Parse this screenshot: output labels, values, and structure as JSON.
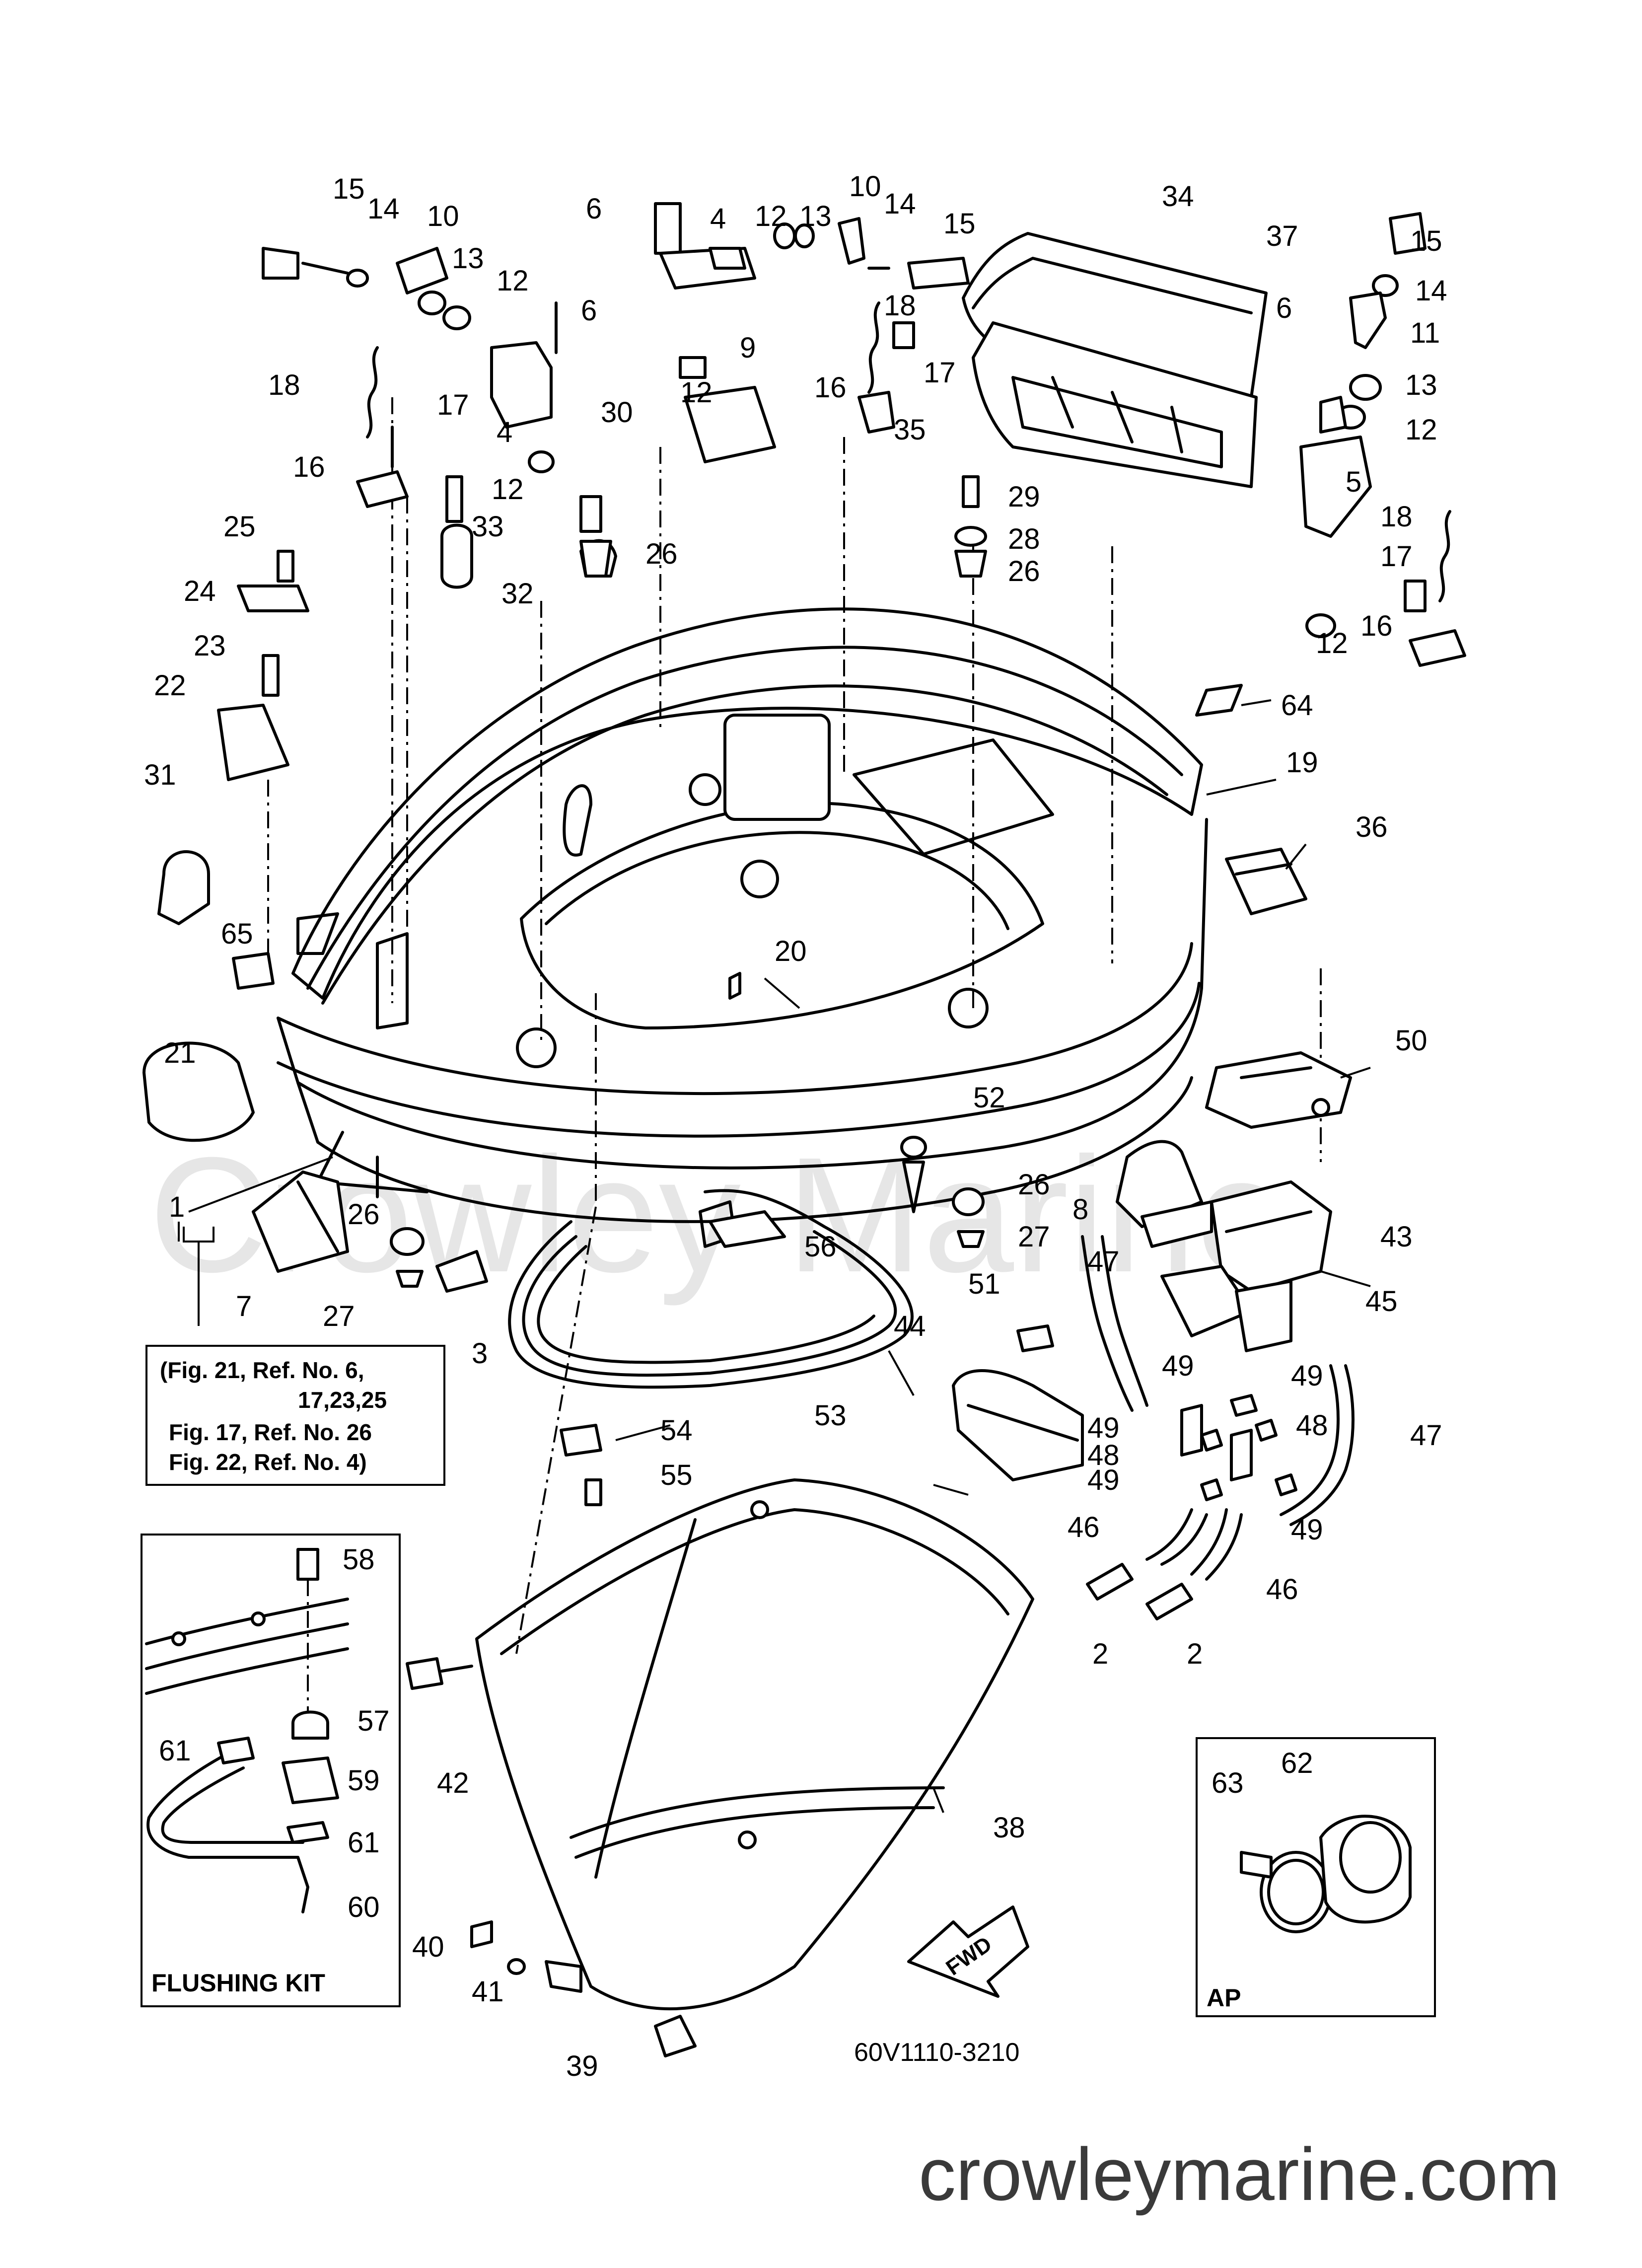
{
  "watermark": "Crowley Marine",
  "website": "crowleymarine.com",
  "diagram_code": "60V1110-3210",
  "direction_label": "FWD",
  "note_box": {
    "lines": [
      "(Fig. 21, Ref. No. 6,",
      "17,23,25",
      "Fig. 17, Ref. No. 26",
      "Fig. 22, Ref. No. 4)"
    ]
  },
  "flushing_kit": {
    "label": "FLUSHING KIT"
  },
  "ap_box": {
    "label": "AP"
  },
  "callouts": [
    {
      "n": "15"
    },
    {
      "n": "14"
    },
    {
      "n": "10"
    },
    {
      "n": "13"
    },
    {
      "n": "12"
    },
    {
      "n": "6"
    },
    {
      "n": "18"
    },
    {
      "n": "17"
    },
    {
      "n": "4"
    },
    {
      "n": "16"
    },
    {
      "n": "12"
    },
    {
      "n": "33"
    },
    {
      "n": "30"
    },
    {
      "n": "26"
    },
    {
      "n": "25"
    },
    {
      "n": "32"
    },
    {
      "n": "24"
    },
    {
      "n": "23"
    },
    {
      "n": "22"
    },
    {
      "n": "31"
    },
    {
      "n": "65"
    },
    {
      "n": "21"
    },
    {
      "n": "1"
    },
    {
      "n": "6"
    },
    {
      "n": "4"
    },
    {
      "n": "12"
    },
    {
      "n": "13"
    },
    {
      "n": "10"
    },
    {
      "n": "14"
    },
    {
      "n": "15"
    },
    {
      "n": "18"
    },
    {
      "n": "9"
    },
    {
      "n": "12"
    },
    {
      "n": "17"
    },
    {
      "n": "16"
    },
    {
      "n": "29"
    },
    {
      "n": "28"
    },
    {
      "n": "26"
    },
    {
      "n": "34"
    },
    {
      "n": "37"
    },
    {
      "n": "15"
    },
    {
      "n": "14"
    },
    {
      "n": "6"
    },
    {
      "n": "11"
    },
    {
      "n": "13"
    },
    {
      "n": "12"
    },
    {
      "n": "35"
    },
    {
      "n": "5"
    },
    {
      "n": "18"
    },
    {
      "n": "17"
    },
    {
      "n": "16"
    },
    {
      "n": "12"
    },
    {
      "n": "64"
    },
    {
      "n": "19"
    },
    {
      "n": "36"
    },
    {
      "n": "20"
    },
    {
      "n": "50"
    },
    {
      "n": "52"
    },
    {
      "n": "26"
    },
    {
      "n": "8"
    },
    {
      "n": "27"
    },
    {
      "n": "43"
    },
    {
      "n": "26"
    },
    {
      "n": "7"
    },
    {
      "n": "27"
    },
    {
      "n": "3"
    },
    {
      "n": "56"
    },
    {
      "n": "47"
    },
    {
      "n": "45"
    },
    {
      "n": "51"
    },
    {
      "n": "44"
    },
    {
      "n": "53"
    },
    {
      "n": "49"
    },
    {
      "n": "49"
    },
    {
      "n": "49"
    },
    {
      "n": "48"
    },
    {
      "n": "48"
    },
    {
      "n": "47"
    },
    {
      "n": "49"
    },
    {
      "n": "49"
    },
    {
      "n": "46"
    },
    {
      "n": "46"
    },
    {
      "n": "2"
    },
    {
      "n": "2"
    },
    {
      "n": "54"
    },
    {
      "n": "55"
    },
    {
      "n": "58"
    },
    {
      "n": "57"
    },
    {
      "n": "61"
    },
    {
      "n": "59"
    },
    {
      "n": "61"
    },
    {
      "n": "60"
    },
    {
      "n": "42"
    },
    {
      "n": "38"
    },
    {
      "n": "63"
    },
    {
      "n": "62"
    },
    {
      "n": "40"
    },
    {
      "n": "41"
    },
    {
      "n": "39"
    }
  ]
}
